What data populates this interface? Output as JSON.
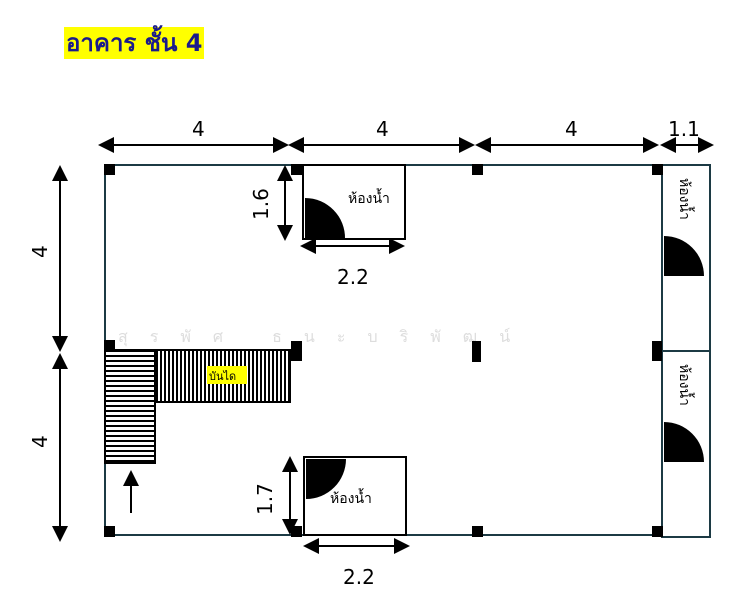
{
  "title": "อาคาร ชั้น 4",
  "dimensions": {
    "top": [
      "4",
      "4",
      "4",
      "1.1"
    ],
    "left": [
      "4",
      "4"
    ],
    "bath_top_h": "1.6",
    "bath_top_w": "2.2",
    "bath_bottom_h": "1.7",
    "bath_bottom_w": "2.2"
  },
  "rooms": {
    "bathroom": "ห้องน้ำ",
    "stairs": "บันได",
    "side_bathroom": "ห้องน้ำ"
  },
  "watermark": "สุรพัศ ธนะบริพัฒน์",
  "colors": {
    "title_bg": "#ffff00",
    "title_text": "#1a1a8c",
    "wall": "#1c3a44"
  }
}
